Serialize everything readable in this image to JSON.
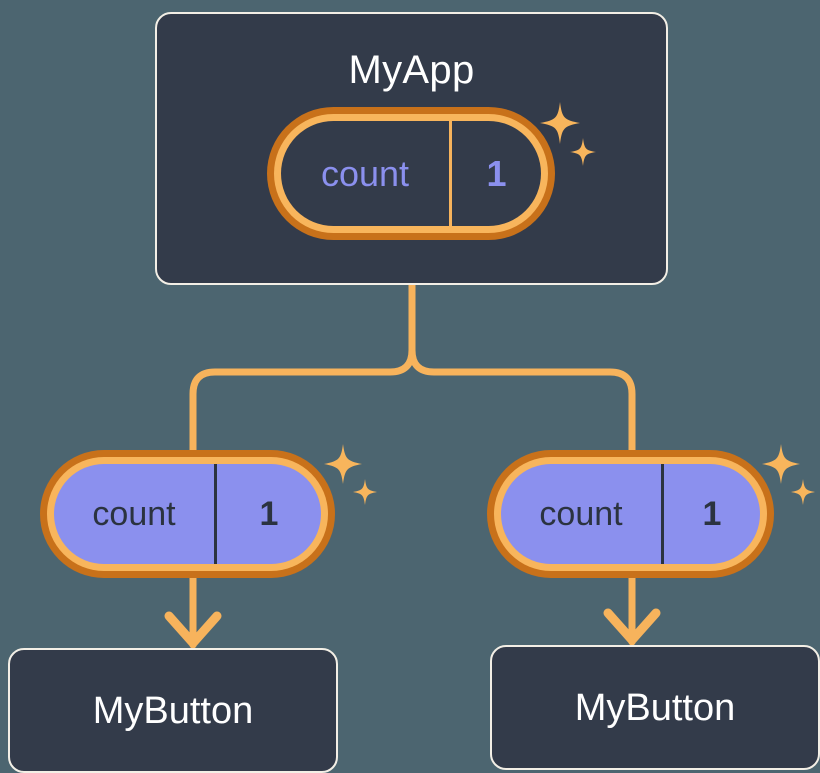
{
  "diagram": {
    "background_color": "#4c6570",
    "accent_color": "#f7b35c",
    "ring_outer_color": "#c8711a",
    "ring_inner_color": "#f8b55c",
    "state_fill_color": "#8b90ee",
    "card_color": "#333b4a",
    "card_border_color": "#f3efe6"
  },
  "root": {
    "title": "MyApp",
    "state": {
      "key": "count",
      "value": "1"
    },
    "sparkle": "sparkle-icon"
  },
  "children": [
    {
      "state": {
        "key": "count",
        "value": "1"
      },
      "sparkle": "sparkle-icon",
      "button": {
        "label": "MyButton"
      }
    },
    {
      "state": {
        "key": "count",
        "value": "1"
      },
      "sparkle": "sparkle-icon",
      "button": {
        "label": "MyButton"
      }
    }
  ]
}
